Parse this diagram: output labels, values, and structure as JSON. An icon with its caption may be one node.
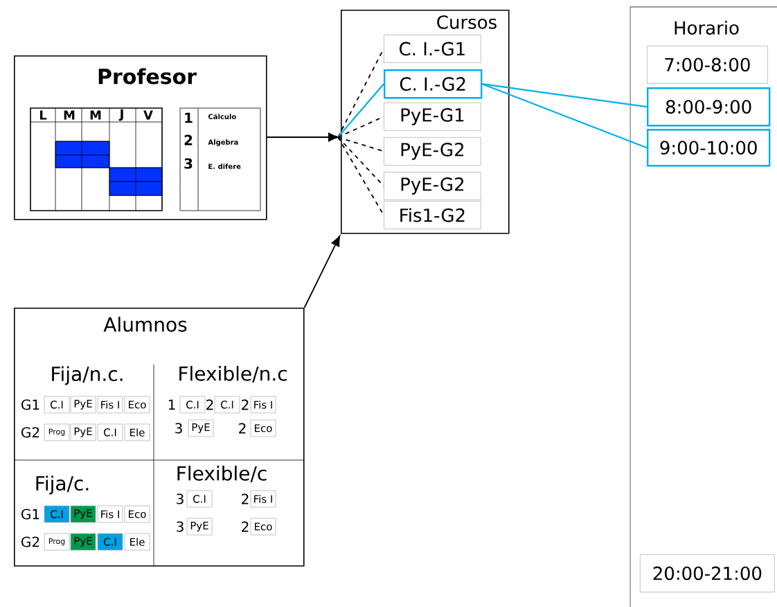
{
  "diagram": {
    "nodes": [
      {
        "text": [
          "Profesor"
        ]
      },
      {
        "text": [
          "Cursos"
        ]
      },
      {
        "text": [
          "C. I.-G1"
        ],
        "in": 1
      },
      {
        "text": [
          "C. I.-G2"
        ],
        "in": 1
      },
      {
        "text": [
          "PyE-G1"
        ],
        "in": 1
      },
      {
        "text": [
          "PyE-G2"
        ],
        "in": 1
      },
      {
        "text": [
          "PyE-G2"
        ],
        "in": 1
      },
      {
        "text": [
          "Fis1-G2"
        ],
        "in": 1
      },
      {
        "text": [
          "Horario"
        ]
      },
      {
        "text": [
          "7:00-8:00"
        ],
        "in": 8
      },
      {
        "text": [
          "8:00-9:00"
        ],
        "in": 8
      },
      {
        "text": [
          "9:00-10:00"
        ],
        "in": 8
      },
      {
        "text": [
          "20:00-21:00"
        ],
        "in": 8
      },
      {
        "text": [
          "Alumnos"
        ]
      }
    ],
    "edges": [
      {
        "from": 0,
        "to": 1,
        "arrow": "to"
      },
      {
        "from": 13,
        "to": 1,
        "arrow": "to"
      },
      {
        "from": null,
        "to": 2,
        "arrow": "none",
        "style": "dashed"
      },
      {
        "from": null,
        "to": 3,
        "arrow": "none",
        "color": "#00aeef"
      },
      {
        "from": null,
        "to": 4,
        "arrow": "none",
        "style": "dashed"
      },
      {
        "from": null,
        "to": 5,
        "arrow": "none",
        "style": "dashed"
      },
      {
        "from": null,
        "to": 6,
        "arrow": "none",
        "style": "dashed"
      },
      {
        "from": null,
        "to": 7,
        "arrow": "none",
        "style": "dashed"
      },
      {
        "from": 3,
        "to": 10,
        "arrow": "none",
        "color": "#00aeef"
      },
      {
        "from": 3,
        "to": 11,
        "arrow": "none",
        "color": "#00aeef"
      }
    ],
    "labels": [
      "L",
      "M",
      "M",
      "J",
      "V",
      "1",
      "Cálculo",
      "2",
      "Algebra",
      "3",
      "E. difere",
      "Fija/n.c.",
      "Flexible/n.c",
      "G1",
      "C.I",
      "PyE",
      "Fis I",
      "Eco",
      "1",
      "C.I",
      "2",
      "C.I",
      "2",
      "Fis I",
      "G2",
      "Prog",
      "PyE",
      "C.I",
      "Ele",
      "3",
      "PyE",
      "2",
      "Eco",
      "Fija/c.",
      "Flexible/c",
      "3",
      "C.I",
      "2",
      "Fis I",
      "G1",
      "C.I",
      "PyE",
      "Fis I",
      "Eco",
      "3",
      "PyE",
      "2",
      "Eco",
      "G2",
      "Prog",
      "PyE",
      "C.I",
      "Ele"
    ]
  }
}
